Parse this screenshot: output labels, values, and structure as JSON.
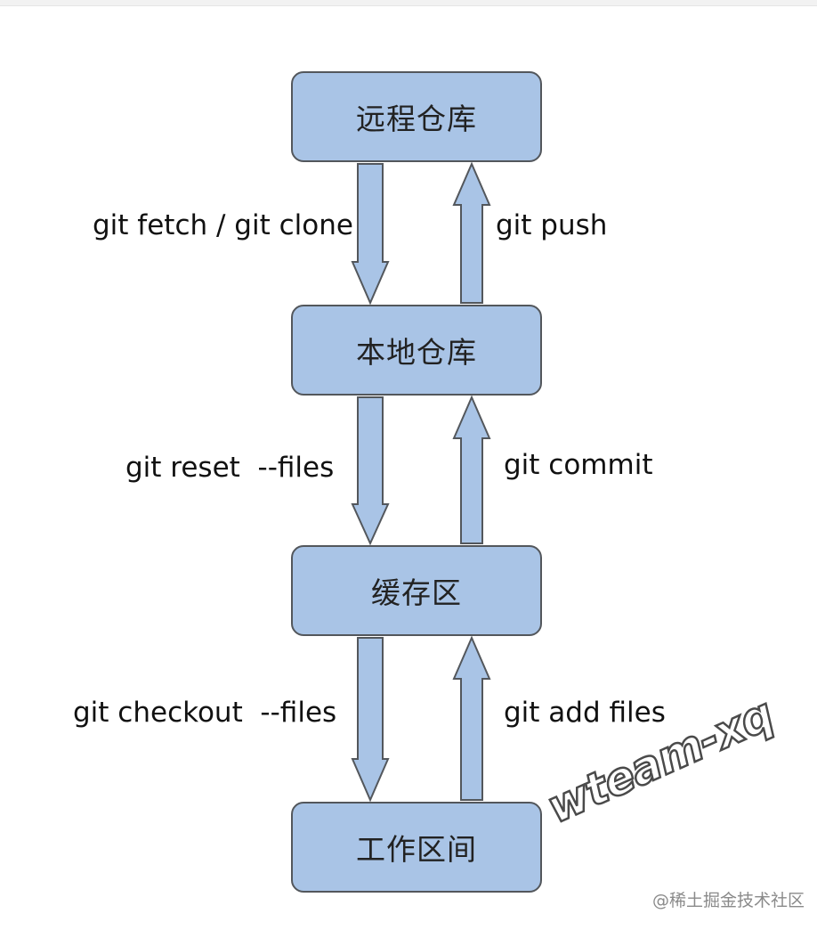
{
  "nodes": {
    "remote": "远程仓库",
    "local": "本地仓库",
    "stage": "缓存区",
    "workspace": "工作区间"
  },
  "edges": {
    "fetch_clone": "git fetch / git clone",
    "push": "git push",
    "reset": "git reset  --files",
    "commit": "git commit",
    "checkout": "git checkout  --files",
    "add": "git add files"
  },
  "watermark": "wteam-xq",
  "credit": "@稀土掘金技术社区",
  "colors": {
    "node_fill": "#a9c4e6",
    "node_border": "#53575c",
    "arrow_fill": "#a9c4e6",
    "arrow_stroke": "#53575c"
  }
}
